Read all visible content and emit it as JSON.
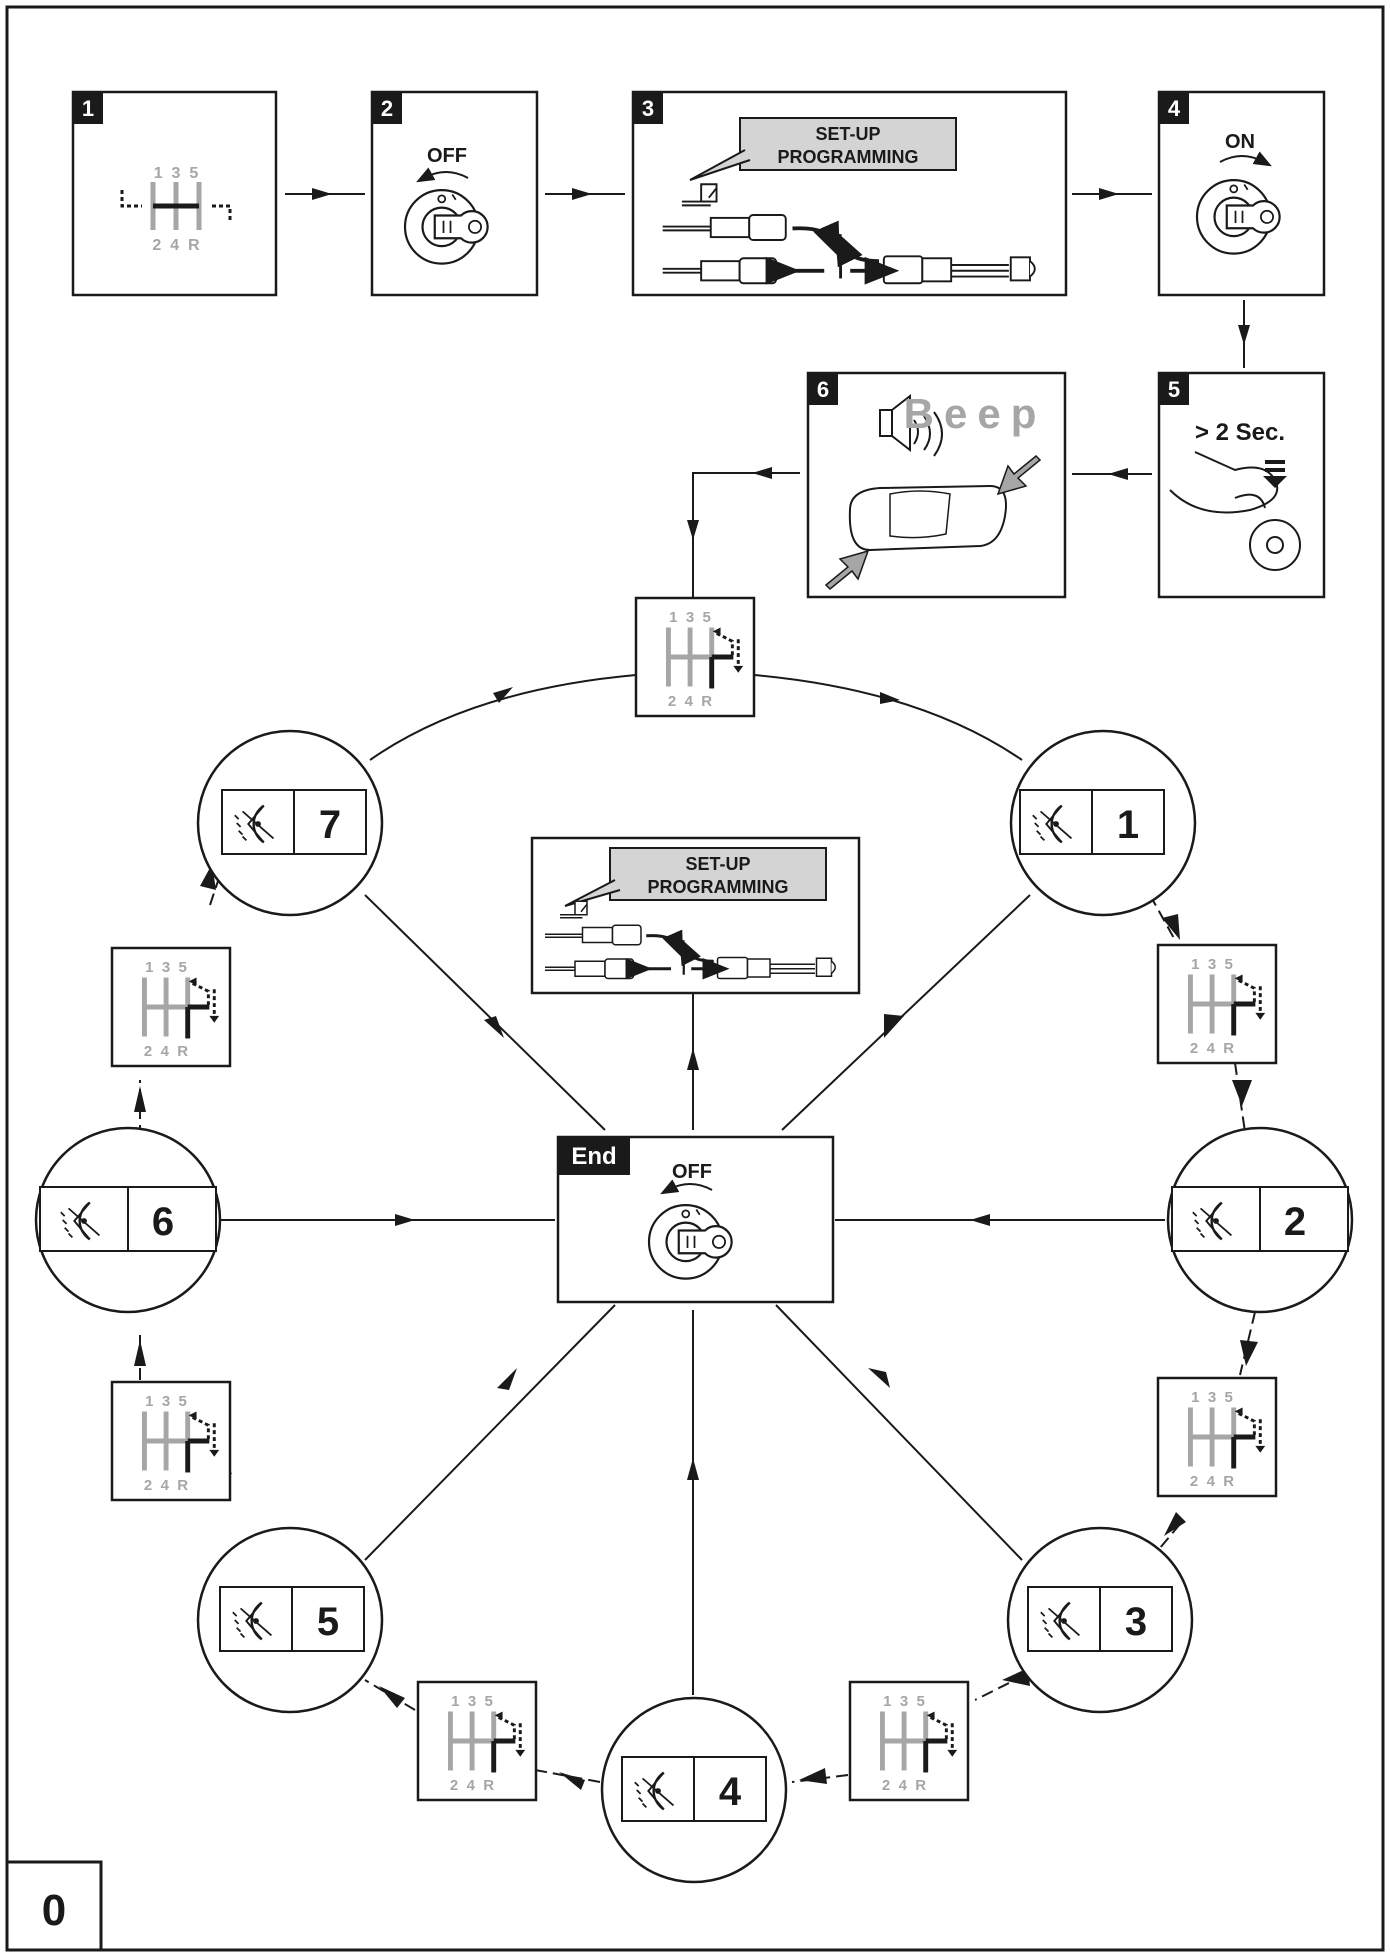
{
  "top_steps": [
    {
      "number": "1"
    },
    {
      "number": "2",
      "text": "OFF"
    },
    {
      "number": "3",
      "label_line1": "SET-UP",
      "label_line2": "PROGRAMMING"
    },
    {
      "number": "4",
      "text": "ON"
    },
    {
      "number": "5",
      "text": "> 2 Sec."
    },
    {
      "number": "6",
      "text": "Beep"
    }
  ],
  "gear": {
    "top": [
      "1",
      "3",
      "5"
    ],
    "bottom": [
      "2",
      "4"
    ],
    "reverse": "R",
    "top_labels": "1  3  5",
    "bottom_labels": "2  4  R"
  },
  "circles": [
    "1",
    "2",
    "3",
    "4",
    "5",
    "6",
    "7"
  ],
  "center_box": {
    "label_line1": "SET-UP",
    "label_line2": "PROGRAMMING"
  },
  "end_box": {
    "tag": "End",
    "text": "OFF"
  },
  "page_number": "0",
  "colors": {
    "line": "#1a1a1a",
    "gray": "#a6a6a6",
    "label_fill": "#d4d4d4"
  }
}
